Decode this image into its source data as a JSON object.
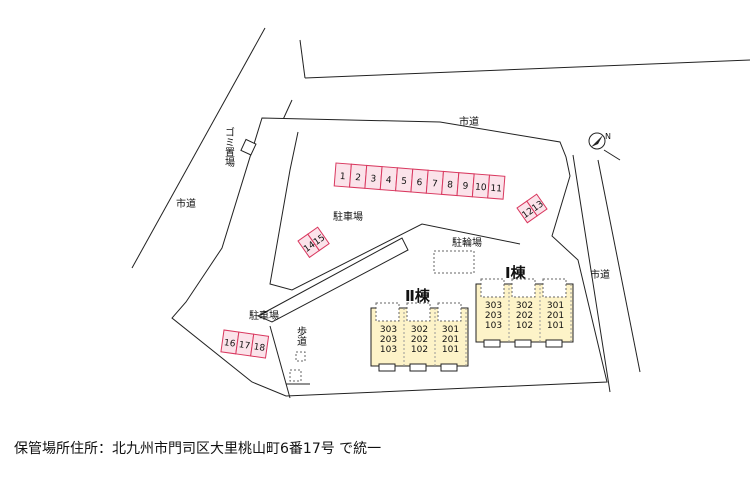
{
  "roads": {
    "top": "市道",
    "left": "市道",
    "right": "市道"
  },
  "garbage_label": "ゴミ置場",
  "parking_north_label": "駐車場",
  "parking_sw_label": "駐車場",
  "bicycle_label": "駐輪場",
  "walkway_label": "歩道",
  "parking_spaces": {
    "row_north": [
      "1",
      "2",
      "3",
      "4",
      "5",
      "6",
      "7",
      "8",
      "9",
      "10",
      "11"
    ],
    "corner": [
      "12",
      "13"
    ],
    "middle": [
      "14",
      "15"
    ],
    "southwest": [
      "16",
      "17",
      "18"
    ]
  },
  "building_1": {
    "name": "Ⅰ棟",
    "units": [
      [
        "303",
        "203",
        "103"
      ],
      [
        "302",
        "202",
        "102"
      ],
      [
        "301",
        "201",
        "101"
      ]
    ]
  },
  "building_2": {
    "name": "Ⅱ棟",
    "units": [
      [
        "303",
        "203",
        "103"
      ],
      [
        "302",
        "202",
        "102"
      ],
      [
        "301",
        "201",
        "101"
      ]
    ]
  },
  "compass": "north-arrow-icon",
  "caption": "保管場所住所：北九州市門司区大里桃山町6番17号 で統一",
  "colors": {
    "parking_fill": "#fbe3ea",
    "parking_stroke": "#d9385f",
    "building_fill": "#fdf3c8",
    "line": "#222222"
  }
}
